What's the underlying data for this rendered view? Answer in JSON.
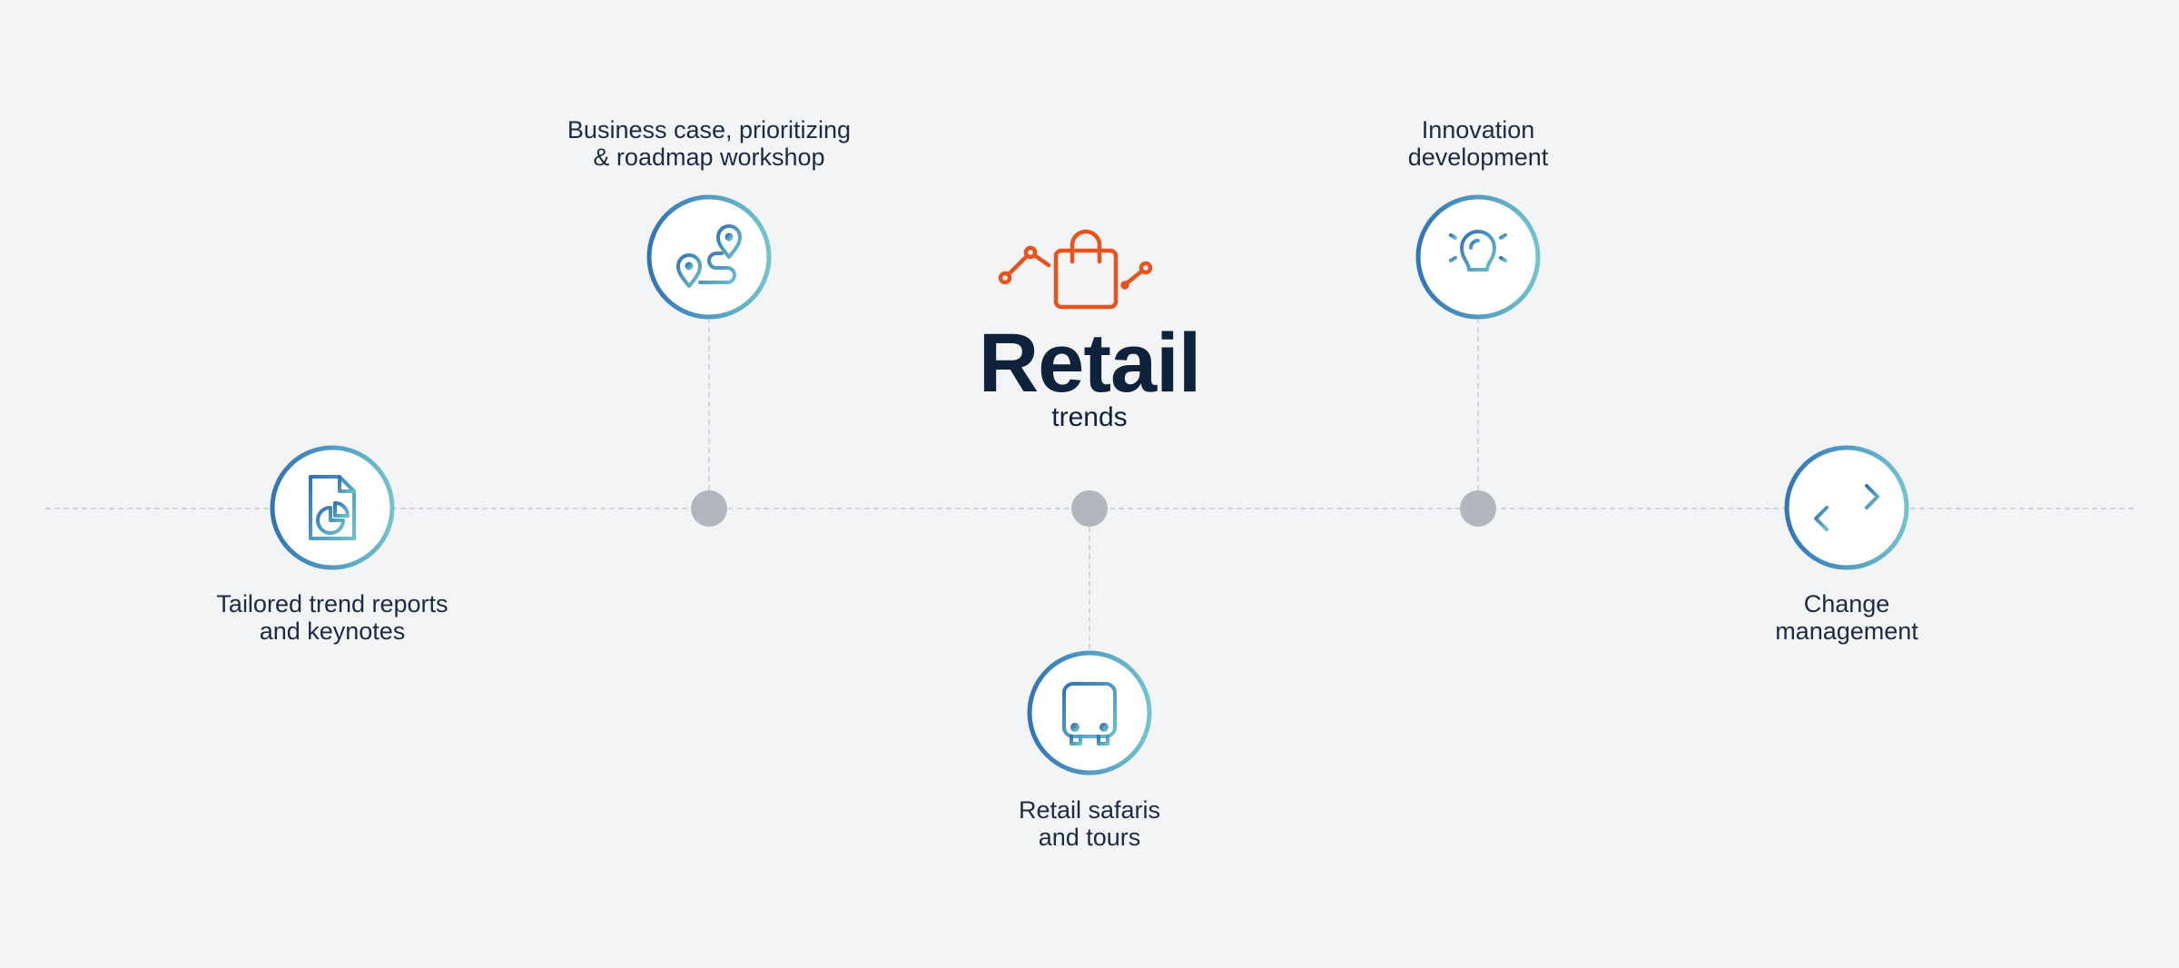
{
  "center": {
    "title": "Retail",
    "subtitle": "trends",
    "logo_icon": "shopping-bag-trend-icon",
    "accent_color": "#e8531d"
  },
  "colors": {
    "ring_gradient_start": "#3478b8",
    "ring_gradient_end": "#6fc0cc",
    "dot": "#b2b7bd",
    "line": "#d4d7db",
    "text": "#1c2b42"
  },
  "steps": [
    {
      "icon": "report-document-icon",
      "label_line1": "Tailored trend reports",
      "label_line2": "and keynotes"
    },
    {
      "icon": "route-map-icon",
      "label_line1": "Business case, prioritizing",
      "label_line2": "& roadmap workshop"
    },
    {
      "icon": "bus-icon",
      "label_line1": "Retail safaris",
      "label_line2": "and tours"
    },
    {
      "icon": "lightbulb-icon",
      "label_line1": "Innovation",
      "label_line2": "development"
    },
    {
      "icon": "exchange-arrows-icon",
      "label_line1": "Change",
      "label_line2": "management"
    }
  ]
}
